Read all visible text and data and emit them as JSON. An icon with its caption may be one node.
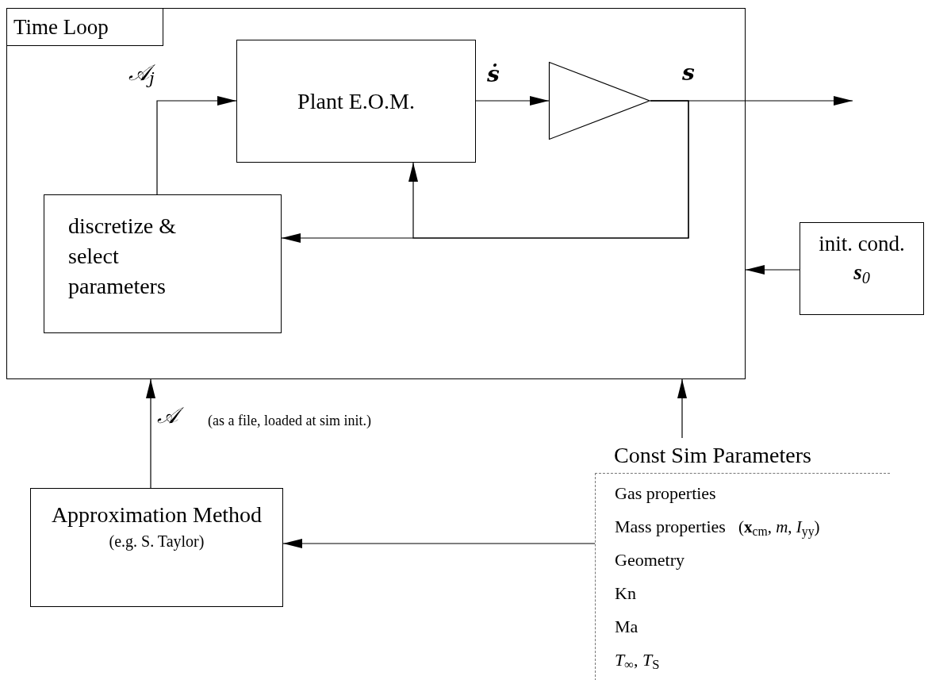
{
  "diagram": {
    "nodes": [
      {
        "text": [
          "Time Loop"
        ]
      },
      {
        "text": [
          "Plant E.O.M."
        ],
        "in": 0
      },
      {
        "text": [],
        "shape": "triangle",
        "in": 0
      },
      {
        "text": [
          "discretize & select parameters"
        ],
        "in": 0
      },
      {
        "text": [
          "init. cond.",
          "**s**$_{0}$"
        ]
      },
      {
        "text": [
          "Approximation Method",
          "(e.g. S. Taylor)"
        ]
      },
      {
        "text": [
          "Const Sim Parameters",
          "Gas properties",
          "Mass properties",
          "(**x**$_{cm}$, *m*, *I*$_{yy}$)",
          "Geometry",
          "Kn",
          "Ma",
          "*T*$_{∞}$, *T*$_{S}$"
        ]
      }
    ],
    "edges": [
      {
        "from": 3,
        "to": 1,
        "arrow": "to",
        "label": "𝒜$_{j}$"
      },
      {
        "from": 1,
        "to": 2,
        "arrow": "to",
        "label": "**ṡ**"
      },
      {
        "from": 2,
        "to": null,
        "arrow": "to",
        "label": "**s**"
      },
      {
        "from": 2,
        "to": 3,
        "arrow": "to"
      },
      {
        "from": 2,
        "to": 1,
        "arrow": "to"
      },
      {
        "from": 4,
        "to": 0,
        "arrow": "to"
      },
      {
        "from": 5,
        "to": 0,
        "arrow": "to",
        "label": "𝒜"
      },
      {
        "from": 6,
        "to": 0,
        "arrow": "to"
      },
      {
        "from": 6,
        "to": 5,
        "arrow": "to"
      }
    ],
    "labels": [
      "(as a file, loaded at sim init.)"
    ]
  }
}
